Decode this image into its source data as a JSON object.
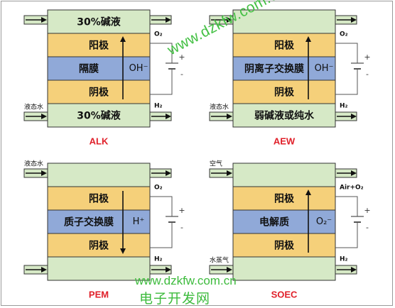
{
  "colors": {
    "electrolyte": "#d6e9c6",
    "electrode": "#f5d07a",
    "membrane": "#90a9d8",
    "label_red": "#e0202a",
    "watermark": "#3dbb3d"
  },
  "panels": [
    {
      "id": "alk",
      "name": "ALK",
      "top_layer": "30%碱液",
      "anode": "阳极",
      "membrane": "隔膜",
      "cathode": "阴极",
      "bottom_layer": "30%碱液",
      "ion": "OH⁻",
      "ion_direction": "up",
      "top_out": "O₂",
      "bottom_out": "H₂",
      "inlet_bottom": "液态水",
      "inlet_top": ""
    },
    {
      "id": "aew",
      "name": "AEW",
      "top_layer": "",
      "anode": "阳极",
      "membrane": "阴离子交换膜",
      "cathode": "阴极",
      "bottom_layer": "弱碱液或纯水",
      "ion": "OH⁻",
      "ion_direction": "up",
      "top_out": "O₂",
      "bottom_out": "H₂",
      "inlet_bottom": "液态水",
      "inlet_top": ""
    },
    {
      "id": "pem",
      "name": "PEM",
      "top_layer": "",
      "anode": "阳极",
      "membrane": "质子交换膜",
      "cathode": "阴极",
      "bottom_layer": "",
      "ion": "H⁺",
      "ion_direction": "down",
      "top_out": "O₂",
      "bottom_out": "H₂",
      "inlet_bottom": "",
      "inlet_top": "液态水"
    },
    {
      "id": "soec",
      "name": "SOEC",
      "top_layer": "",
      "anode": "阳极",
      "membrane": "电解质",
      "cathode": "阴极",
      "bottom_layer": "",
      "ion": "O₂⁻",
      "ion_direction": "up",
      "top_out": "Air+O₂",
      "bottom_out": "H₂",
      "inlet_bottom": "水蒸气",
      "inlet_top": "空气"
    }
  ],
  "battery": {
    "plus": "+",
    "minus": "-"
  },
  "watermark": {
    "diagonal": "www.dzkfw.com.cn",
    "url": "www.dzkfw.com.cn",
    "brand": "电子开发网"
  }
}
